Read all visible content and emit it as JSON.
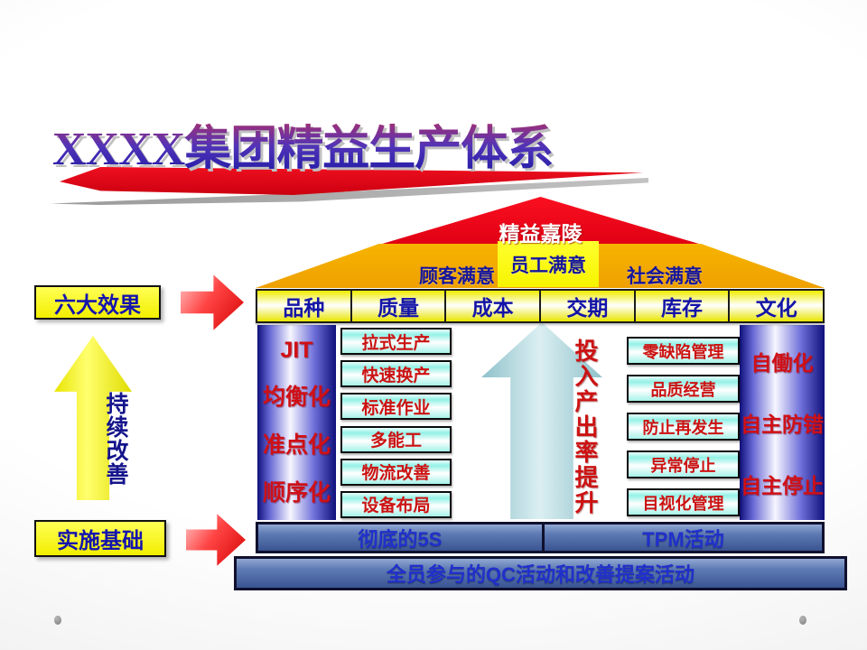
{
  "title": {
    "text": "XXXX集团精益生产体系"
  },
  "roof": {
    "peak_label": "精益嘉陵",
    "customer_label": "顾客满意",
    "employee_label": "员工满意",
    "society_label": "社会满意"
  },
  "effects": {
    "tag_label": "六大效果",
    "columns": [
      "品种",
      "质量",
      "成本",
      "交期",
      "库存",
      "文化"
    ]
  },
  "left_pillar": {
    "items": [
      "JIT",
      "均衡化",
      "准点化",
      "顺序化"
    ]
  },
  "left_boxes": [
    "拉式生产",
    "快速换产",
    "标准作业",
    "多能工",
    "物流改善",
    "设备布局"
  ],
  "center_arrow": {
    "text": "投入产出率提升"
  },
  "right_boxes": [
    "零缺陷管理",
    "品质经营",
    "防止再发生",
    "异常停止",
    "目视化管理"
  ],
  "right_pillar": {
    "items": [
      "自働化",
      "自主防错",
      "自主停止"
    ]
  },
  "foundation": {
    "tag_label": "实施基础",
    "row1": [
      "彻底的5S",
      "TPM活动"
    ],
    "row2": "全员参与的QC活动和改善提案活动"
  },
  "side": {
    "improve_arrow_text": "持续改善"
  },
  "colors": {
    "roof_red": "#e60014",
    "roof_orange": "#f2a600",
    "highlight_yellow": "#ffff00",
    "text_navy": "#1414a8",
    "text_red": "#cc1212",
    "pillar_navy": "#10107c",
    "box_cyan": "#9df2e6",
    "arrow_teal": "#8ec1ca",
    "foundation_steel_blue": "#5f7bb4",
    "foundation_text_blue": "#2030cc",
    "title_swoosh_red": "#d6000f"
  }
}
